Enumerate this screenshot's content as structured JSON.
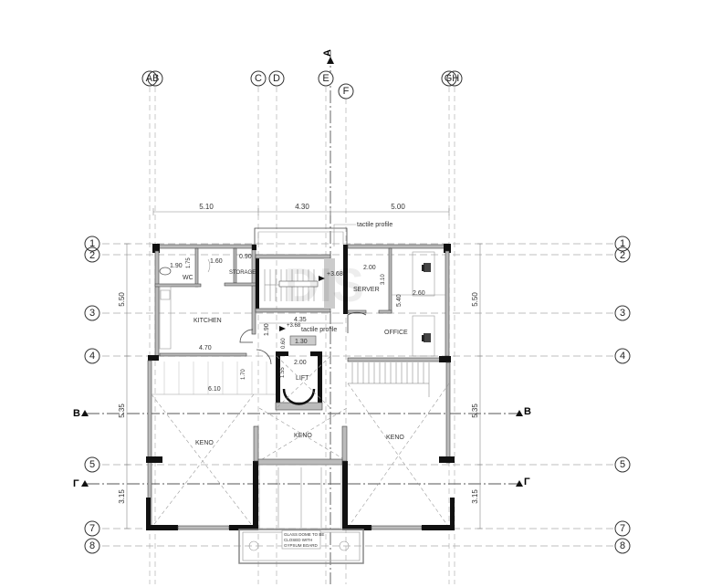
{
  "drawing": {
    "type": "architectural floor plan",
    "section_markers": {
      "vertical": "A",
      "horizontal": [
        "B",
        "Γ"
      ]
    },
    "column_axes": [
      "A",
      "B",
      "C",
      "D",
      "E",
      "F",
      "G",
      "H"
    ],
    "column_bubbles": [
      {
        "id": "ab",
        "label": "AB"
      },
      {
        "id": "c",
        "label": "C"
      },
      {
        "id": "d",
        "label": "D"
      },
      {
        "id": "e",
        "label": "E"
      },
      {
        "id": "f",
        "label": "F"
      },
      {
        "id": "gh",
        "label": "GH"
      }
    ],
    "row_bubbles": [
      "1",
      "2",
      "3",
      "4",
      "5",
      "7",
      "8"
    ],
    "top_dimensions": [
      "5.10",
      "4.30",
      "5.00"
    ],
    "side_dimensions_left": [
      "5.50",
      "5.35",
      "3.15"
    ],
    "side_dimensions_right": [
      "5.50",
      "5.35",
      "3.15"
    ],
    "annotations": {
      "tactile_top": "tactile profile",
      "tactile_mid": "tactile profile",
      "level_top": "+3.68",
      "level_mid": "+3.68",
      "glass_dome": [
        "GLASS DOME TO BE",
        "CLOSED WITH",
        "GYPSUM BOARD"
      ]
    },
    "rooms": [
      {
        "id": "wc",
        "name": "WC",
        "dims": [
          "1.90",
          "1.75"
        ]
      },
      {
        "id": "hall",
        "name": "",
        "dims": [
          "1.60"
        ]
      },
      {
        "id": "storage",
        "name": "STORAGE",
        "dims": [
          "0.90"
        ]
      },
      {
        "id": "kitchen",
        "name": "KITCHEN",
        "dims": [
          "4.70"
        ]
      },
      {
        "id": "server",
        "name": "SERVER",
        "dims": [
          "2.00",
          "3.10"
        ]
      },
      {
        "id": "office",
        "name": "OFFICE",
        "dims": [
          "2.60",
          "5.40"
        ]
      },
      {
        "id": "lift",
        "name": "LIFT",
        "dims": [
          "2.00",
          "1.55"
        ]
      },
      {
        "id": "balcony",
        "name": "",
        "dims": [
          "6.10",
          "1.70"
        ]
      },
      {
        "id": "void_left",
        "name": "KENO"
      },
      {
        "id": "void_center",
        "name": "KENO"
      },
      {
        "id": "void_right",
        "name": "KENO"
      }
    ],
    "corridor_dims": {
      "width": "4.35",
      "depth": "1.90",
      "small": "0.60",
      "ramp": "1.30"
    },
    "watermark": "DIS"
  }
}
